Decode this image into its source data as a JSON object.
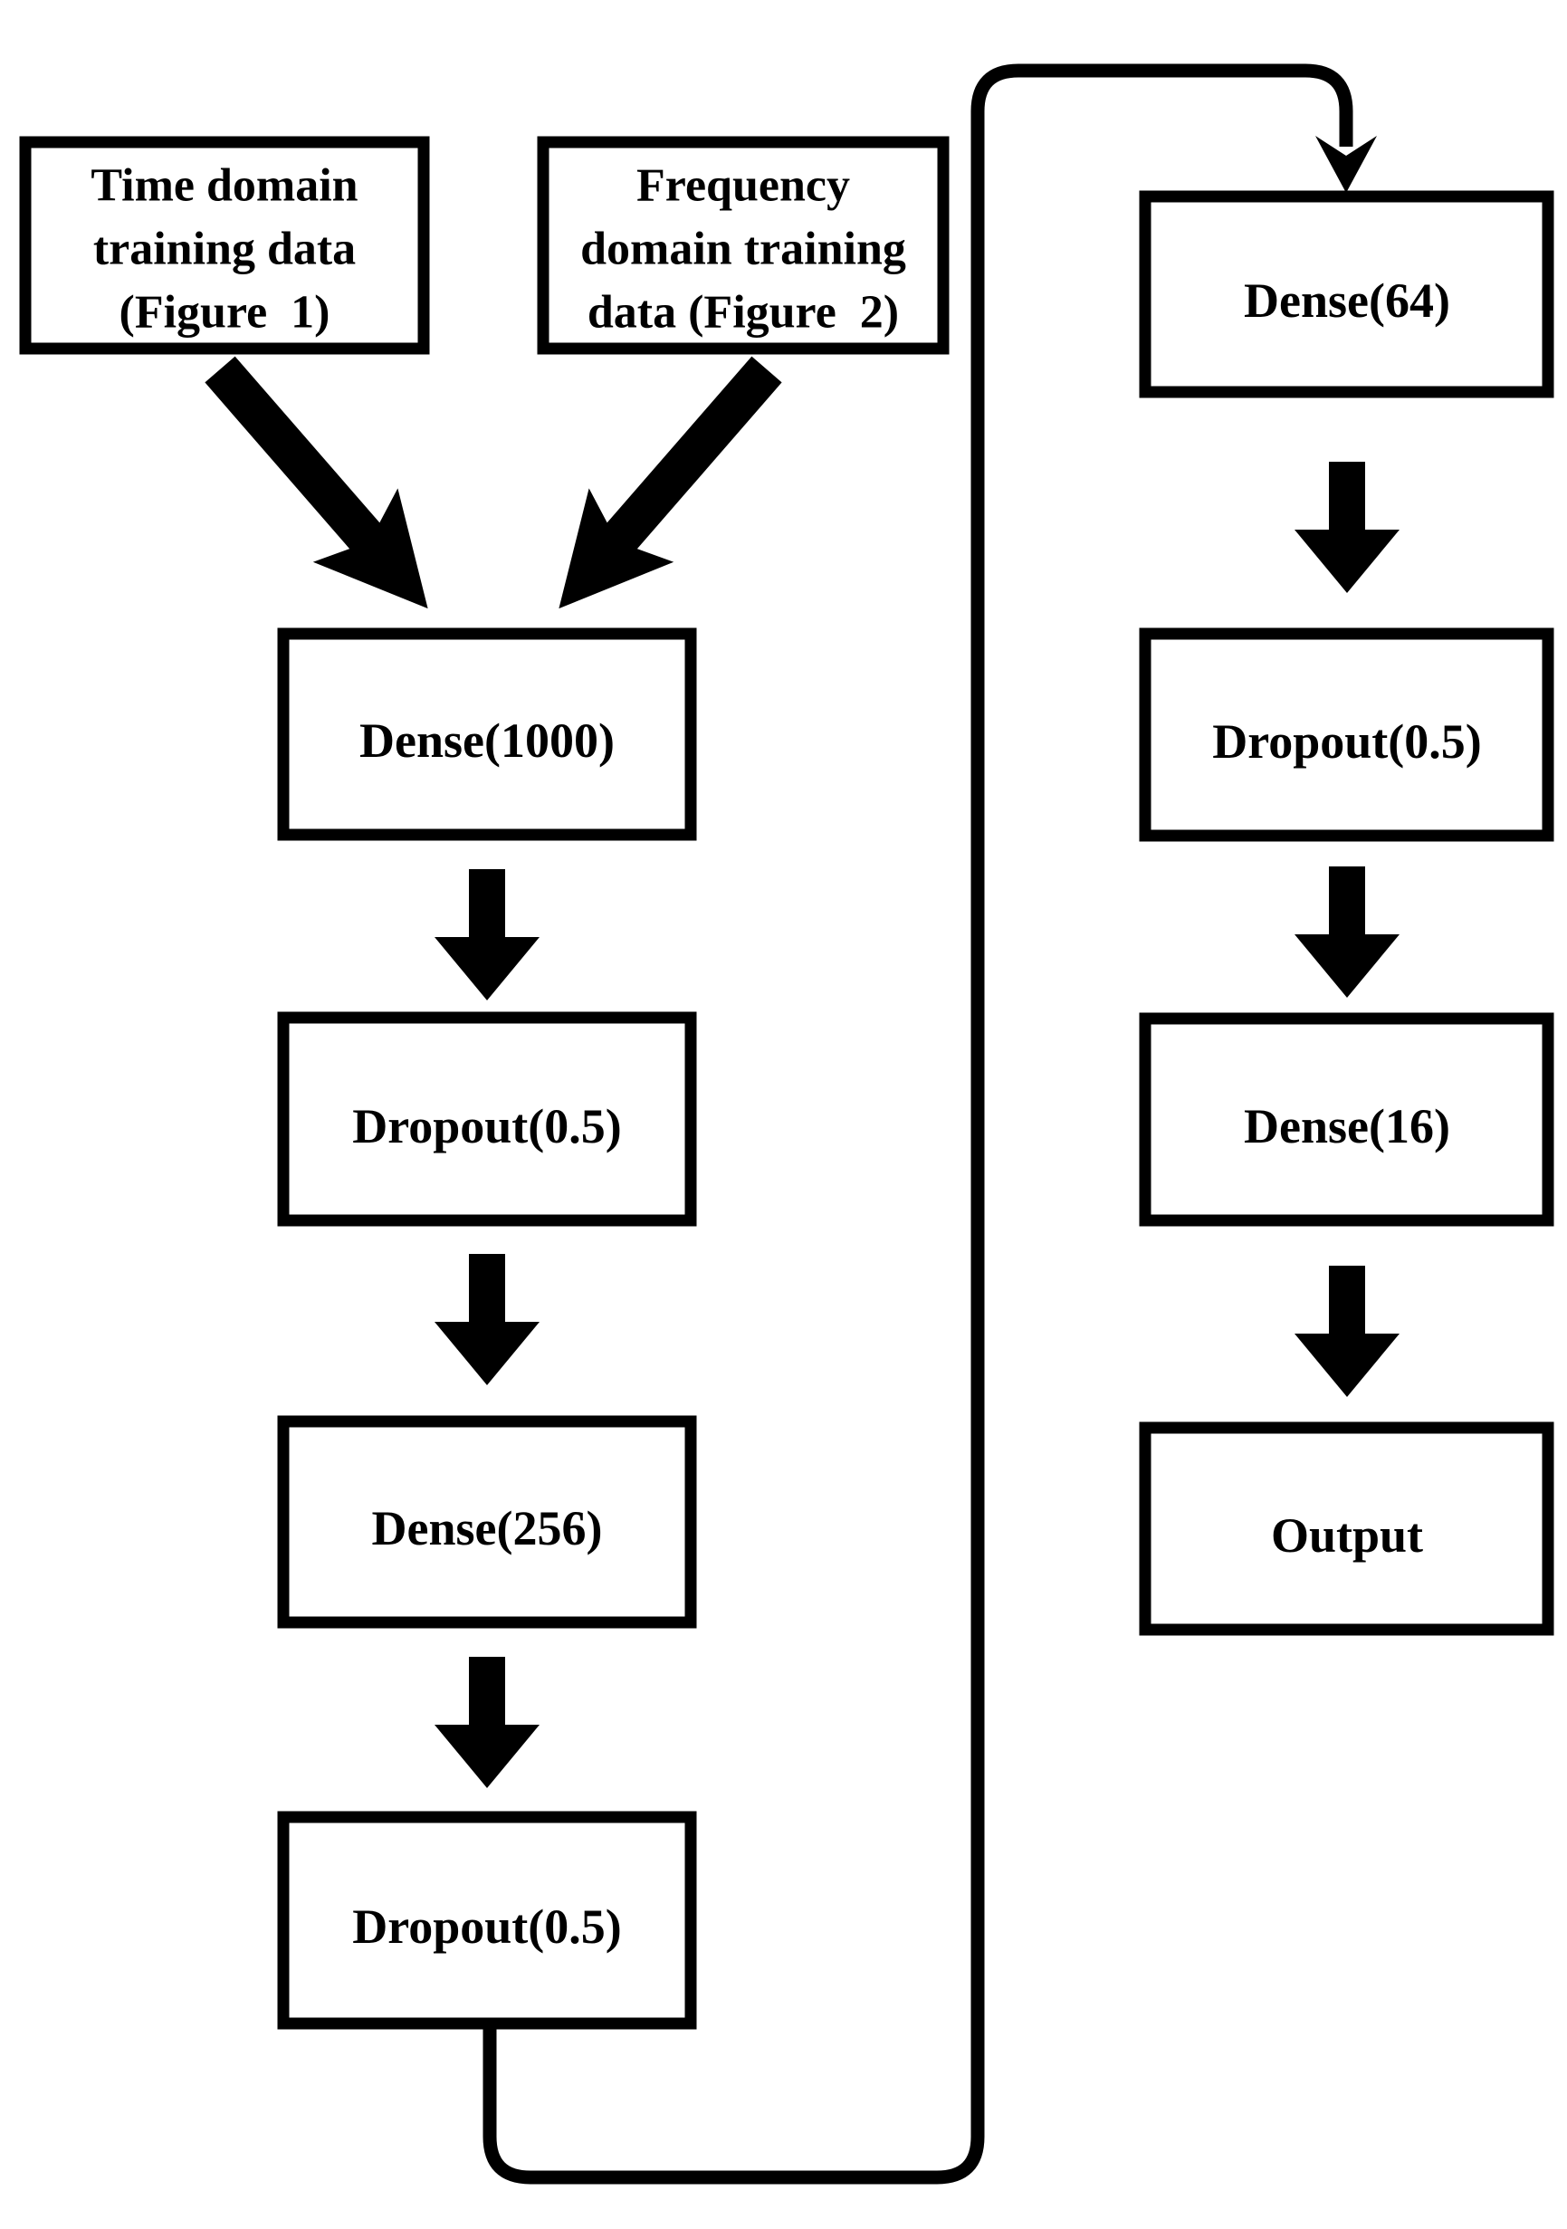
{
  "diagram": {
    "background": "#ffffff",
    "ink": "#000000",
    "input_boxes": [
      {
        "lines": [
          "Time domain",
          "training data",
          "(Figure  1)"
        ]
      },
      {
        "lines": [
          "Frequency",
          "domain training",
          "data (Figure  2)"
        ]
      }
    ],
    "left_branch": [
      {
        "label": "Dense(1000)"
      },
      {
        "label": "Dropout(0.5)"
      },
      {
        "label": "Dense(256)"
      },
      {
        "label": "Dropout(0.5)"
      }
    ],
    "right_branch": [
      {
        "label": "Dense(64)"
      },
      {
        "label": "Dropout(0.5)"
      },
      {
        "label": "Dense(16)"
      },
      {
        "label": "Output"
      }
    ]
  }
}
